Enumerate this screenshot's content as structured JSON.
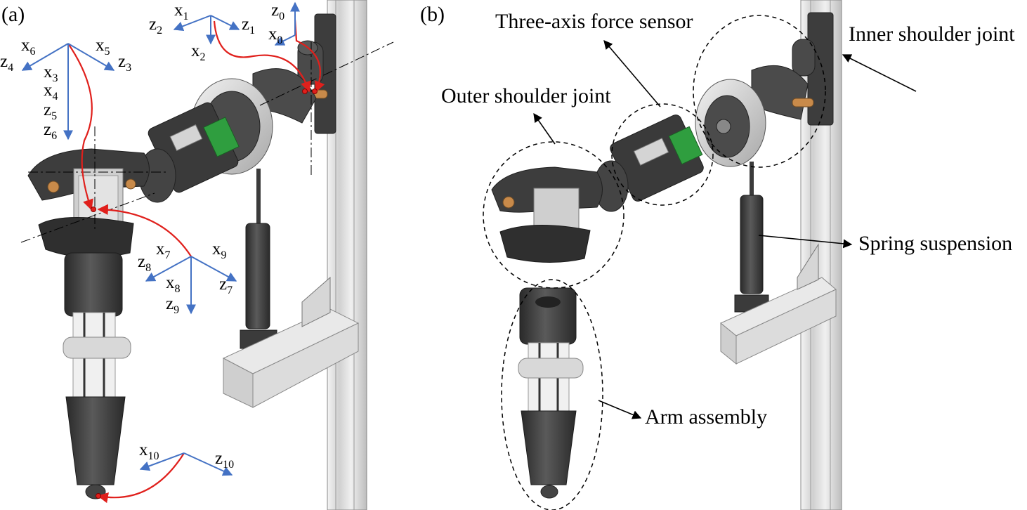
{
  "panel_a": {
    "label": "(a)",
    "frames": {
      "top_left": [
        "x6",
        "z4",
        "x5",
        "z3",
        "x3",
        "x4",
        "z5",
        "z6"
      ],
      "top_mid": [
        "x1",
        "z2",
        "z1",
        "x2"
      ],
      "top_right": [
        "z0",
        "x0"
      ],
      "mid": [
        "x7",
        "z8",
        "x9",
        "z7",
        "x8",
        "z9"
      ],
      "bottom": [
        "x10",
        "z10"
      ]
    }
  },
  "panel_b": {
    "label": "(b)",
    "callouts": {
      "force_sensor": "Three-axis force sensor",
      "inner_shoulder": "Inner shoulder joint",
      "outer_shoulder": "Outer shoulder joint",
      "spring": "Spring suspension",
      "arm": "Arm assembly"
    }
  },
  "colors": {
    "axis_blue": "#4472c4",
    "link_red": "#e0201c",
    "part_dark": "#3b3b3b",
    "part_light": "#cfcfcf",
    "pcb_green": "#2f9e3f",
    "bronze": "#c88a4a",
    "rail": "#e6e6e6"
  }
}
